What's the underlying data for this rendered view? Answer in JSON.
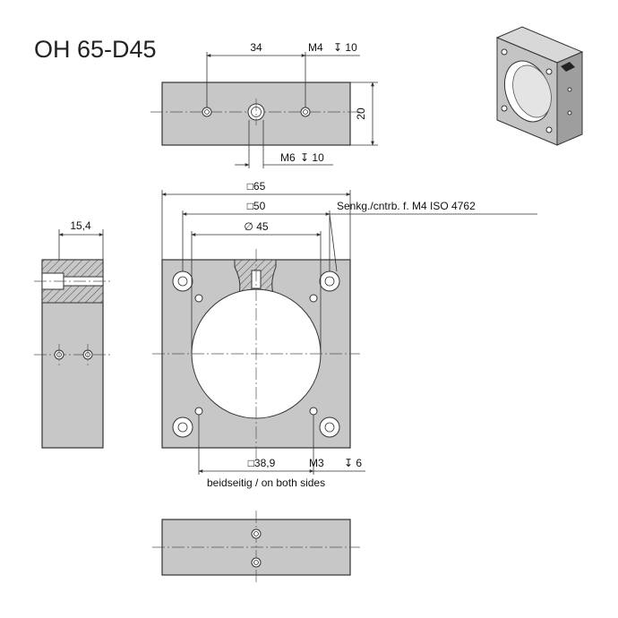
{
  "title": "OH 65-D45",
  "dimensions": {
    "top_spacing": "34",
    "top_thread": "M4",
    "top_depth": "↧ 10",
    "top_height": "20",
    "bottom_thread": "M6",
    "bottom_depth": "↧ 10",
    "side_width": "15,4",
    "outer_square": "□65",
    "inner_square": "□50",
    "bore_diameter": "∅ 45",
    "counterbore_note": "Senkg./cntrb. f. M4 ISO 4762",
    "hole_square": "□38,9",
    "hole_thread": "M3",
    "hole_depth": "↧ 6",
    "both_sides": "beidseitig / on both sides"
  },
  "colors": {
    "body_fill": "#c7c7c7",
    "line": "#333333"
  }
}
